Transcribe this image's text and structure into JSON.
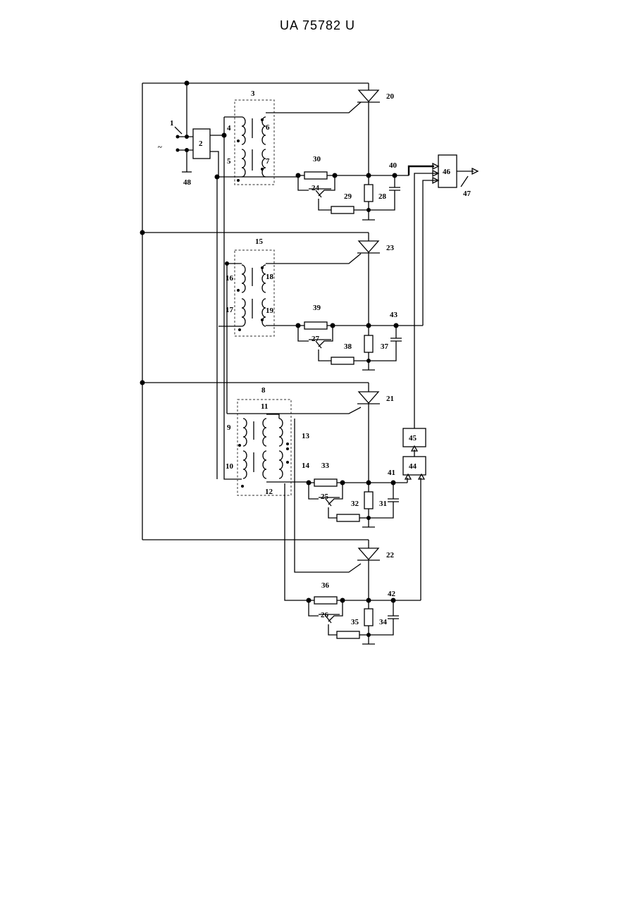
{
  "header": {
    "text": "UA  75782  U"
  },
  "labels": {
    "l1": "1",
    "l2": "2",
    "l3": "3",
    "l4": "4",
    "l5": "5",
    "l6": "6",
    "l7": "7",
    "l8": "8",
    "l9": "9",
    "l10": "10",
    "l11": "11",
    "l12": "12",
    "l13": "13",
    "l14": "14",
    "l15": "15",
    "l16": "16",
    "l17": "17",
    "l18": "18",
    "l19": "19",
    "l20": "20",
    "l21": "21",
    "l22": "22",
    "l23": "23",
    "l24": "24",
    "l25": "25",
    "l26": "26",
    "l27": "27",
    "l28": "28",
    "l29": "29",
    "l30": "30",
    "l31": "31",
    "l32": "32",
    "l33": "33",
    "l34": "34",
    "l35": "35",
    "l36": "36",
    "l37": "37",
    "l38": "38",
    "l39": "39",
    "l40": "40",
    "l41": "41",
    "l42": "42",
    "l43": "43",
    "l44": "44",
    "l45": "45",
    "l46": "46",
    "l47": "47",
    "l48": "48",
    "ac": "~"
  }
}
